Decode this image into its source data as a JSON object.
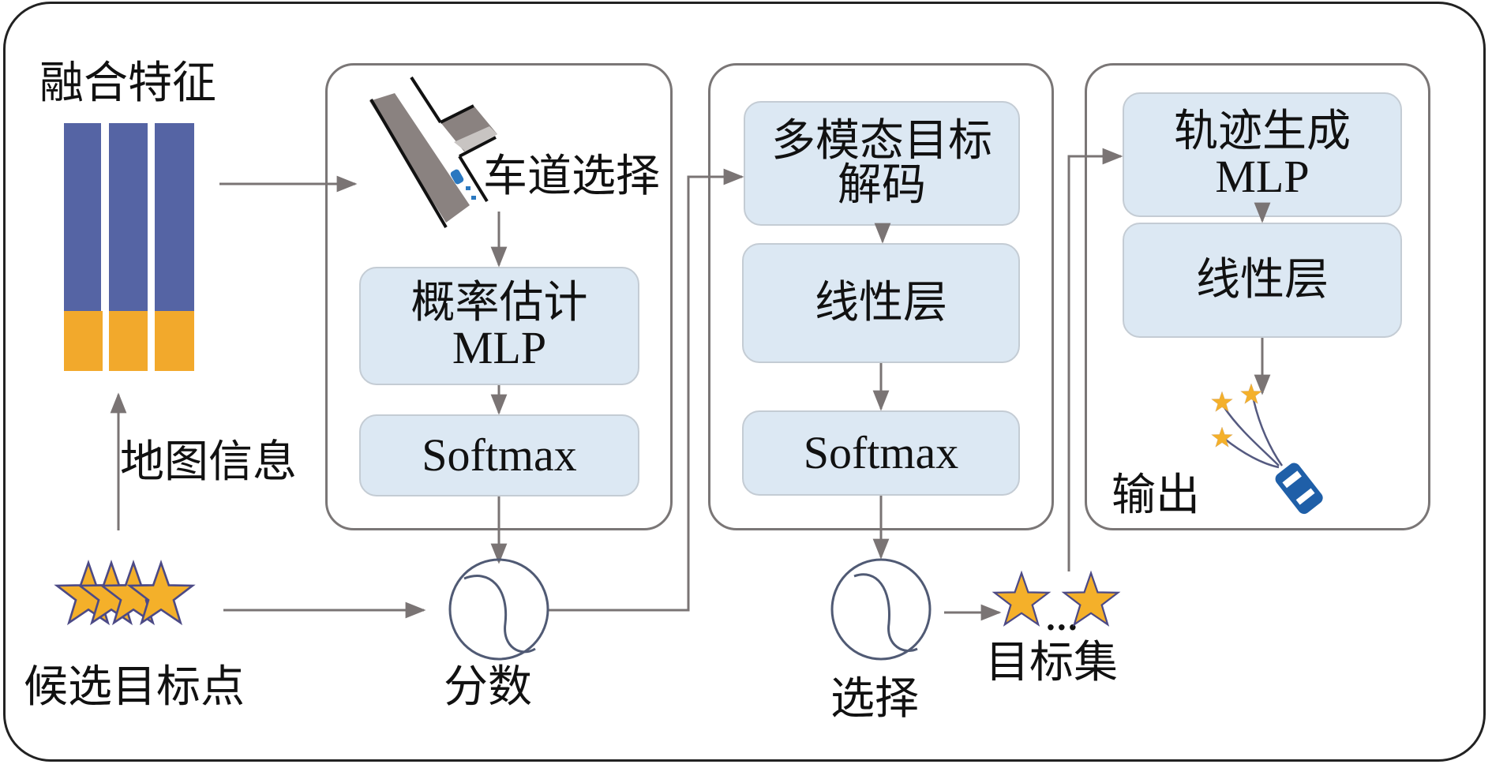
{
  "labels": {
    "fused_features": "融合特征",
    "map_info": "地图信息",
    "candidate_targets": "候选目标点",
    "score": "分数",
    "select": "选择",
    "target_set": "目标集",
    "output": "输出",
    "lane_selection": "车道选择"
  },
  "panel1": {
    "prob_mlp_line1": "概率估计",
    "prob_mlp_line2": "MLP",
    "softmax": "Softmax"
  },
  "panel2": {
    "decode_line1": "多模态目标",
    "decode_line2": "解码",
    "linear": "线性层",
    "softmax": "Softmax"
  },
  "panel3": {
    "traj_line1": "轨迹生成",
    "traj_line2": "MLP",
    "linear": "线性层"
  },
  "target_set_ellipsis": "...",
  "colors": {
    "feature_blue": "#5564a4",
    "feature_orange": "#f2a92c",
    "block_fill": "#dce8f3",
    "arrow": "#7a7474",
    "star": "#f4b02a",
    "car": "#1f5fa8"
  }
}
